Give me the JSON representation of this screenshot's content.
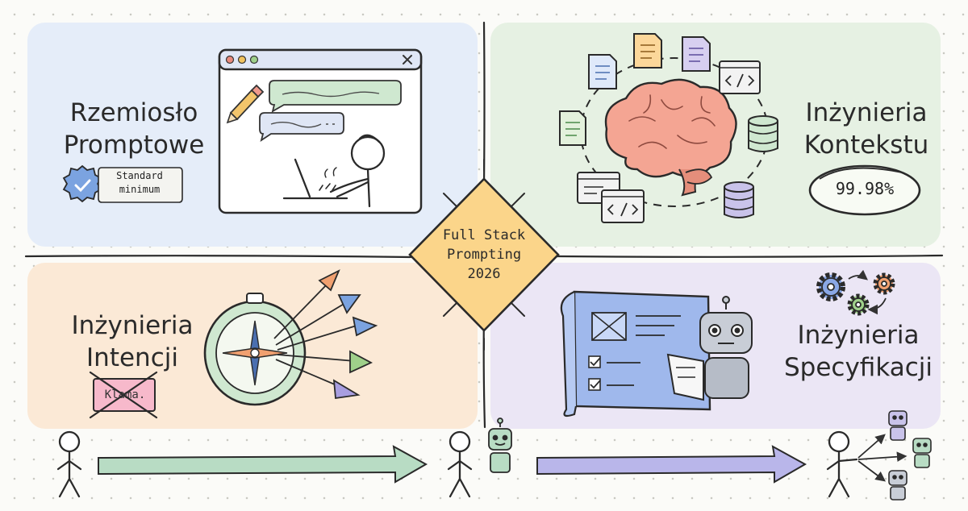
{
  "quadrants": {
    "prompt_craft": {
      "line1": "Rzemiosło",
      "line2": "Promptowe",
      "badge_line1": "Standard",
      "badge_line2": "minimum"
    },
    "context_engineering": {
      "line1": "Inżynieria",
      "line2": "Kontekstu",
      "percent": "99.98%"
    },
    "intent_engineering": {
      "line1": "Inżynieria",
      "line2": "Intencji",
      "crossed_label": "Klama."
    },
    "spec_engineering": {
      "line1": "Inżynieria",
      "line2": "Specyfikacji"
    }
  },
  "center": {
    "line1": "Full Stack",
    "line2": "Prompting",
    "line3": "2026"
  },
  "icons": [
    "pencil-icon",
    "verified-badge-icon",
    "document-icon",
    "code-window-icon",
    "database-icon",
    "brain-icon",
    "compass-icon",
    "gear-icon",
    "robot-icon",
    "stick-figure-icon",
    "arrow-icon"
  ],
  "colors": {
    "blue_panel": "#e5edf9",
    "green_panel": "#e6f1e3",
    "orange_panel": "#fbe9d6",
    "purple_panel": "#ebe6f5",
    "star": "#fbd58a",
    "brain": "#f4a593",
    "green_arrow": "#b8dcc4",
    "purple_arrow": "#b9b6ea"
  }
}
